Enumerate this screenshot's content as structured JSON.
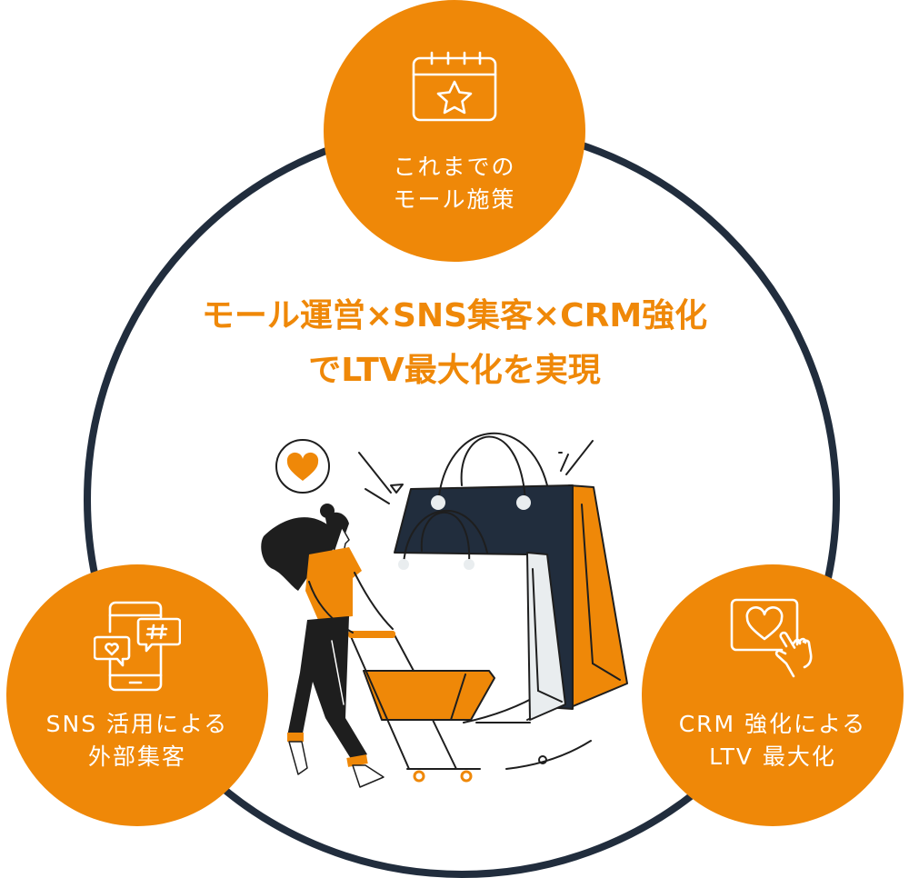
{
  "colors": {
    "accent": "#ef8808",
    "navy": "#212d3d",
    "ink": "#1e1e1e",
    "light_gray": "#e9edef",
    "white": "#ffffff"
  },
  "headline": {
    "line1": "モール運営×SNS集客×CRM強化",
    "line2": "でLTV最大化を実現"
  },
  "nodes": {
    "top": {
      "icon": "calendar-star-icon",
      "line1": "これまでの",
      "line2": "モール施策"
    },
    "left": {
      "icon": "smartphone-social-chat-icon",
      "line1": "SNS 活用による",
      "line2": "外部集客"
    },
    "right": {
      "icon": "tap-heart-screen-icon",
      "line1": "CRM 強化による",
      "line2": "LTV 最大化"
    }
  },
  "illustration": {
    "subject": "woman-pushing-shopping-cart-with-shopping-bags",
    "elements": [
      "heart-bubble-icon",
      "shopping-bag-navy",
      "shopping-bag-orange",
      "shopping-bag-white",
      "shopping-cart",
      "woman-figure"
    ]
  }
}
